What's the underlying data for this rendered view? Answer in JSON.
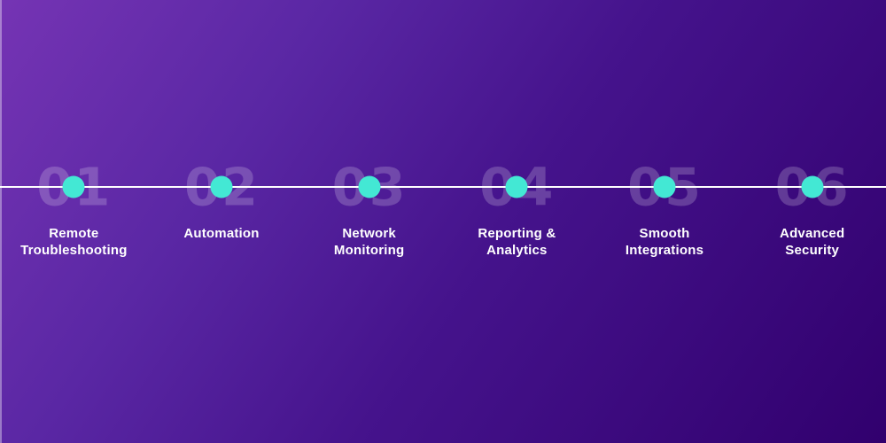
{
  "colors": {
    "gradient_start": "#7534B4",
    "gradient_end": "#31006E",
    "axis_line": "#FFFFFF",
    "dot": "#43E8D4",
    "step_number": "rgba(255,255,255,0.20)",
    "label_text": "#FFFFFF"
  },
  "timeline": {
    "items": [
      {
        "number": "01",
        "label": "Remote Troubleshooting"
      },
      {
        "number": "02",
        "label": "Automation"
      },
      {
        "number": "03",
        "label": "Network Monitoring"
      },
      {
        "number": "04",
        "label": "Reporting & Analytics"
      },
      {
        "number": "05",
        "label": "Smooth Integrations"
      },
      {
        "number": "06",
        "label": "Advanced Security"
      }
    ]
  }
}
